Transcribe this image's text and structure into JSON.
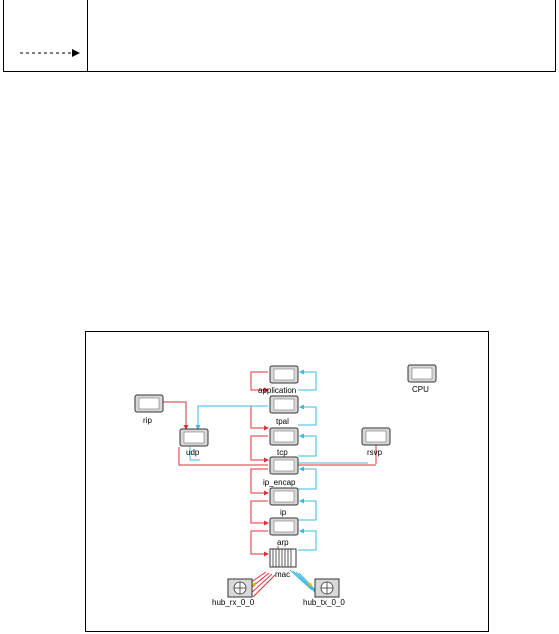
{
  "legend": {
    "text": "",
    "arrow_style": "dashed",
    "arrow_color": "#000000"
  },
  "diagram": {
    "colors": {
      "red_link": "#e0303a",
      "cyan_link": "#3fb8e0",
      "node_fill": "#d8d8d8",
      "node_border": "#333333",
      "yellow_link": "#e8b400"
    },
    "nodes": {
      "application": "application",
      "cpu": "CPU",
      "rip": "rip",
      "tpal": "tpal",
      "udp": "udp",
      "tcp": "tcp",
      "rsvp": "rsvp",
      "ip_encap": "ip_encap",
      "ip": "ip",
      "arp": "arp",
      "mac": "mac",
      "hub_rx": "hub_rx_0_0",
      "hub_tx": "hub_tx_0_0"
    }
  }
}
